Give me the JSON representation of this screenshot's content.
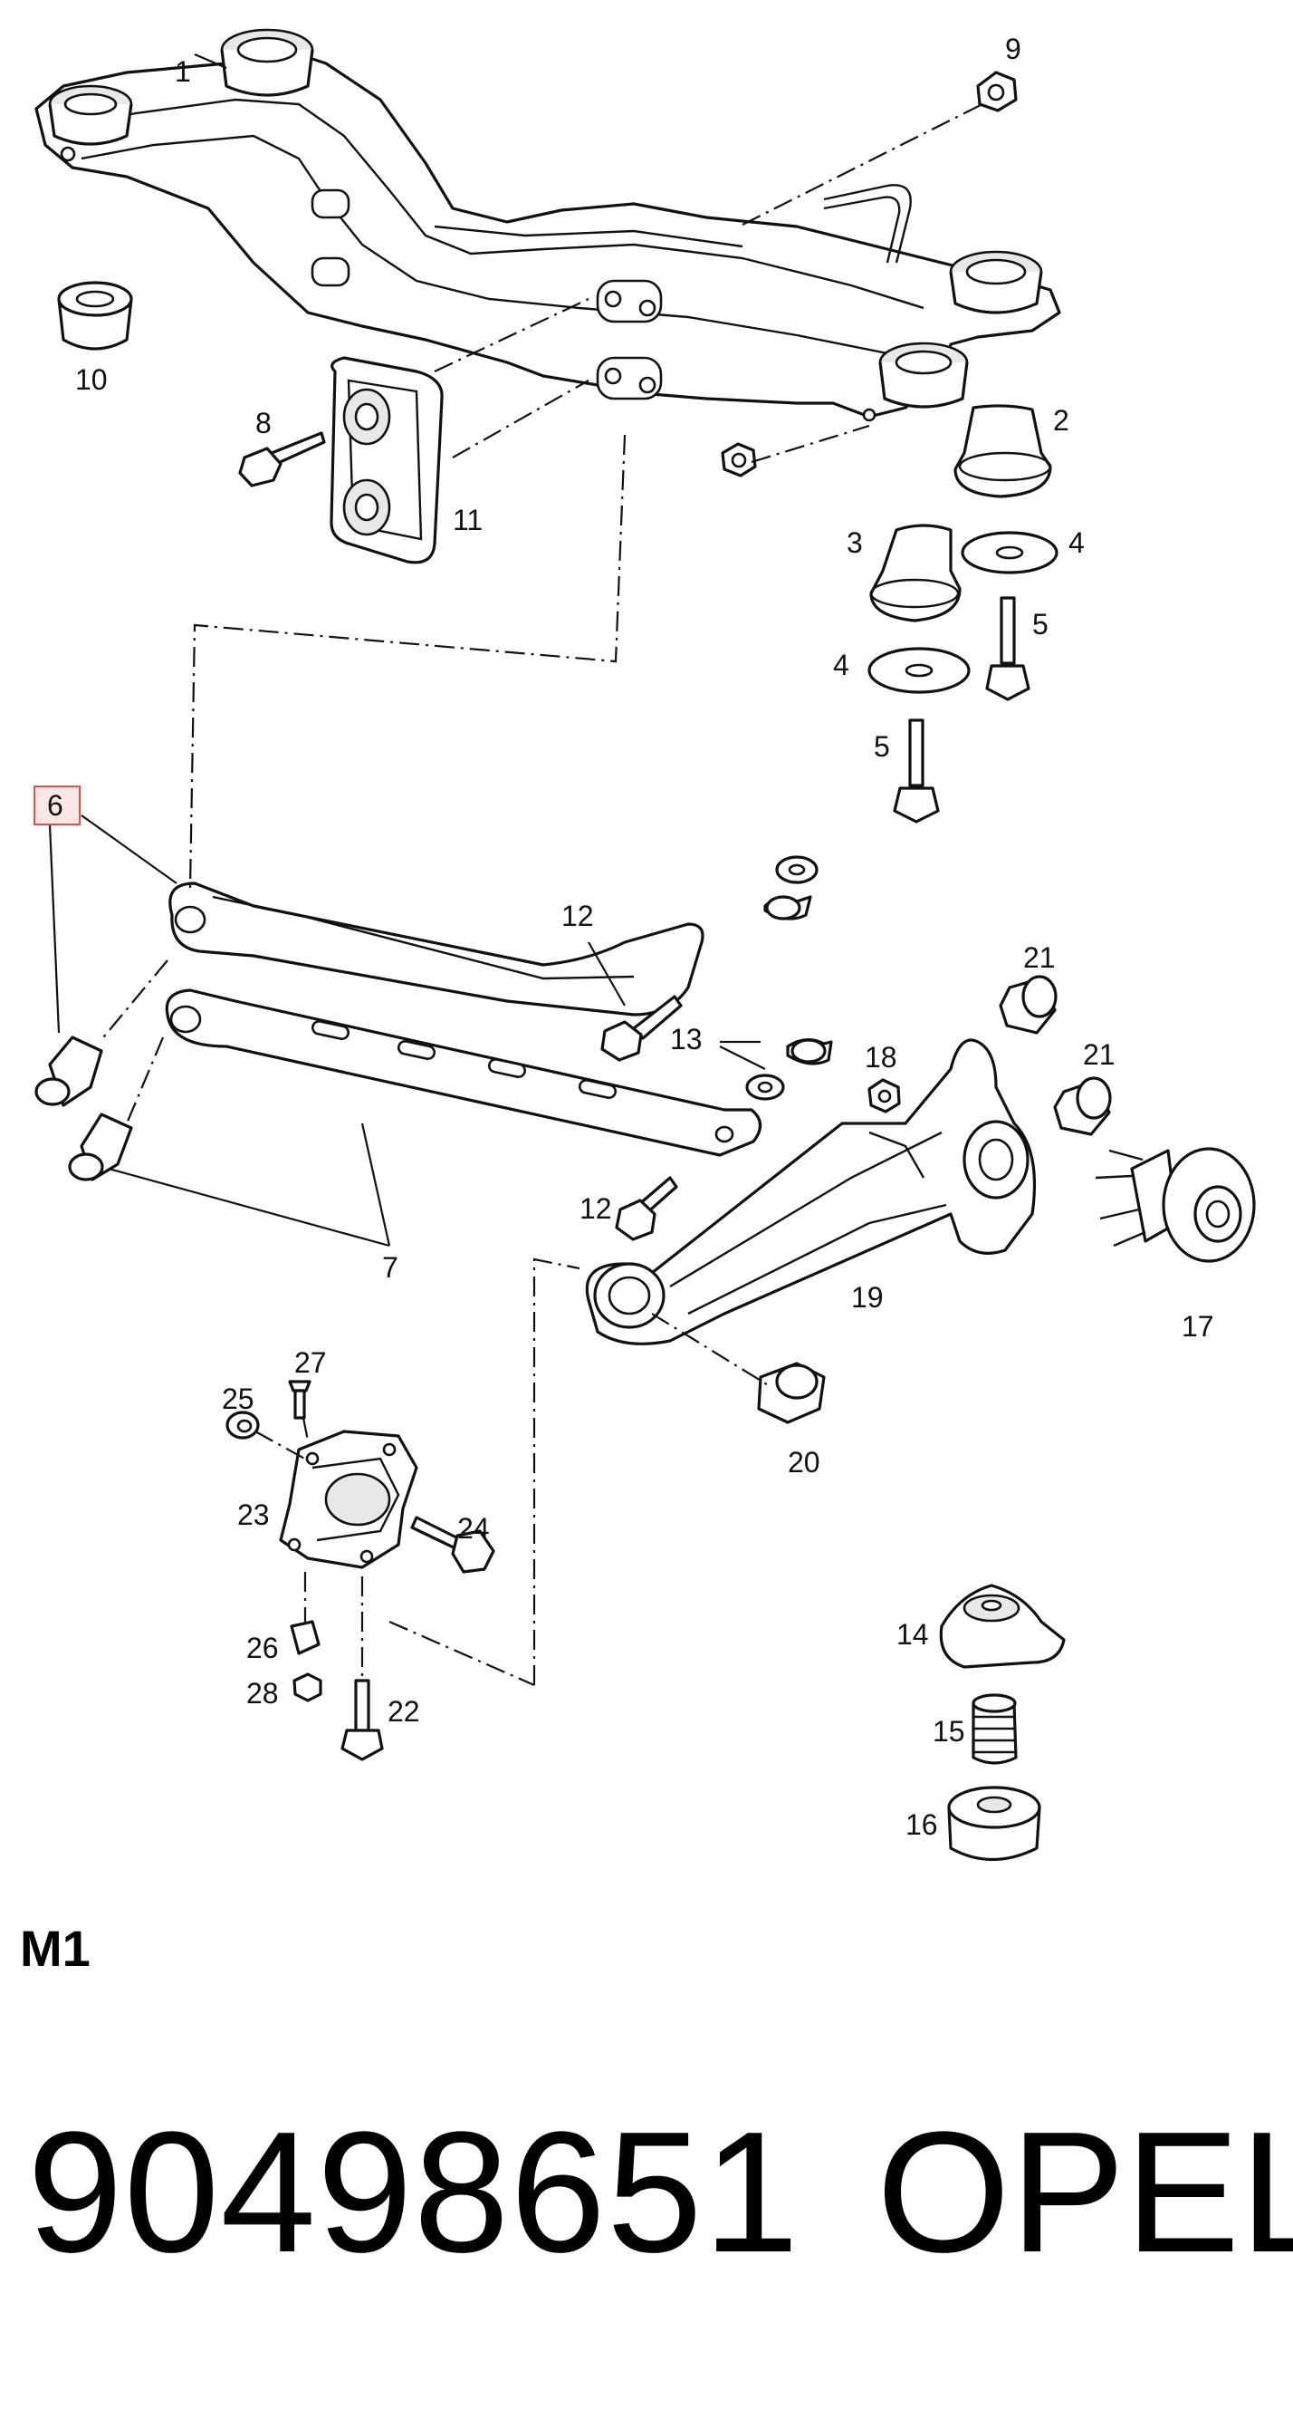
{
  "diagram": {
    "reference": "M1",
    "highlighted_callout": "6",
    "callouts": {
      "c1": "1",
      "c2": "2",
      "c3": "3",
      "c4a": "4",
      "c4b": "4",
      "c5a": "5",
      "c5b": "5",
      "c6": "6",
      "c7": "7",
      "c8": "8",
      "c9": "9",
      "c10": "10",
      "c11": "11",
      "c12a": "12",
      "c12b": "12",
      "c13": "13",
      "c14": "14",
      "c15": "15",
      "c16": "16",
      "c17": "17",
      "c18": "18",
      "c19": "19",
      "c20": "20",
      "c21a": "21",
      "c21b": "21",
      "c22": "22",
      "c23": "23",
      "c24": "24",
      "c25": "25",
      "c26": "26",
      "c27": "27",
      "c28": "28"
    }
  },
  "footer": {
    "part_number": "90498651",
    "brand": "OPEL"
  },
  "colors": {
    "highlight_fill": "#fde6e6",
    "highlight_border": "#d9534f",
    "line": "#111111"
  }
}
